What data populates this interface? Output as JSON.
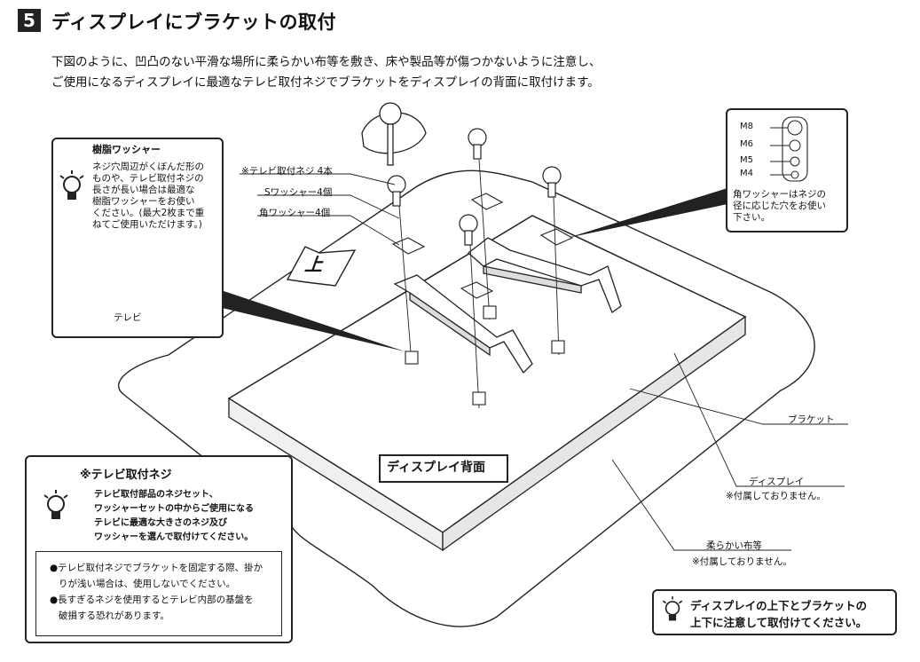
{
  "header": {
    "step_number": "5",
    "title": "ディスプレイにブラケットの取付"
  },
  "intro": {
    "line1": "下図のように、凹凸のない平滑な場所に柔らかい布等を敷き、床や製品等が傷つかないように注意し、",
    "line2": "ご使用になるディスプレイに最適なテレビ取付ネジでブラケットをディスプレイの背面に取付けます。"
  },
  "resin_washer": {
    "title": "樹脂ワッシャー",
    "lines": [
      "ネジ穴周辺がくぼんだ形の",
      "ものや、テレビ取付ネジの",
      "長さが長い場合は最適な",
      "樹脂ワッシャーをお使い",
      "ください。(最大2枚まで重",
      "ねてご使用いただけます。)"
    ],
    "tv_label": "テレビ",
    "icon": "tip-lightbulb-icon"
  },
  "parts": {
    "screw": "※テレビ取付ネジ 4本",
    "s_washer": "Sワッシャー4個",
    "square_washer": "角ワッシャー4個"
  },
  "direction_label": "上",
  "square_washer_info": {
    "sizes": [
      "M8",
      "M6",
      "M5",
      "M4"
    ],
    "note": [
      "角ワッシャーはネジの",
      "径に応じた穴をお使い",
      "下さい。"
    ]
  },
  "callouts": {
    "bracket": "ブラケット",
    "display": "ディスプレイ",
    "display_note": "※付属しておりません。",
    "cloth": "柔らかい布等",
    "cloth_note": "※付属しておりません。"
  },
  "display_back_label": "ディスプレイ背面",
  "tv_screw_box": {
    "title": "※テレビ取付ネジ",
    "lines": [
      "テレビ取付部品のネジセット、",
      "ワッシャーセットの中からご使用になる",
      "テレビに最適な大きさのネジ及び",
      "ワッシャーを選んで取付けてください。"
    ],
    "cautions": [
      "●テレビ取付ネジでブラケットを固定する際、掛か",
      "りが浅い場合は、使用しないでください。",
      "●長すぎるネジを使用するとテレビ内部の基盤を",
      "破損する恐れがあります。"
    ]
  },
  "bottom_note": {
    "line1": "ディスプレイの上下とブラケットの",
    "line2": "上下に注意して取付けてください。"
  }
}
